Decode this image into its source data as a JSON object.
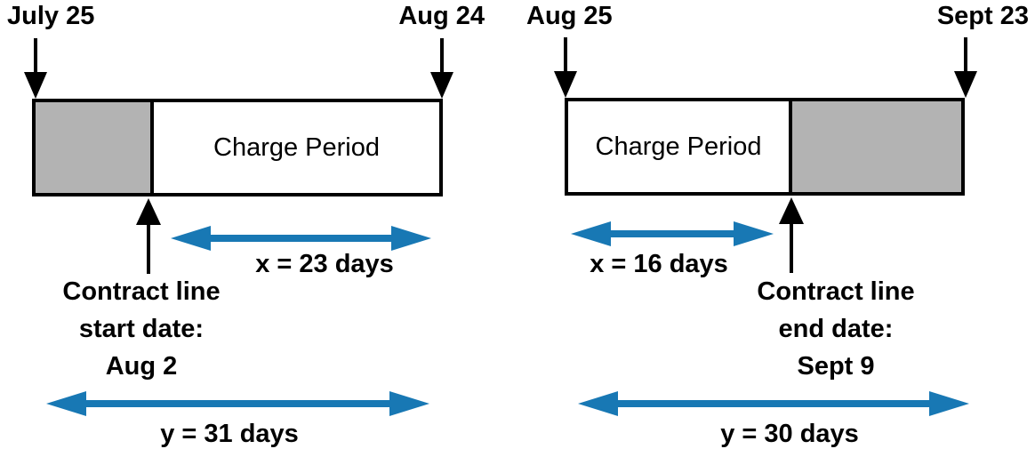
{
  "colors": {
    "arrow_blue": "#1878b4",
    "bar_gray": "#b3b3b3",
    "outline_black": "#000000"
  },
  "left_diagram": {
    "period_start_label": "July 25",
    "period_end_label": "Aug 24",
    "charge_period_label": "Charge Period",
    "contract_note": {
      "line1": "Contract line",
      "line2": "start date:",
      "line3": "Aug 2"
    },
    "x_label": "x = 23 days",
    "y_label": "y = 31 days"
  },
  "right_diagram": {
    "period_start_label": "Aug 25",
    "period_end_label": "Sept 23",
    "charge_period_label": "Charge Period",
    "contract_note": {
      "line1": "Contract line",
      "line2": "end date:",
      "line3": "Sept 9"
    },
    "x_label": "x = 16 days",
    "y_label": "y = 30 days"
  }
}
